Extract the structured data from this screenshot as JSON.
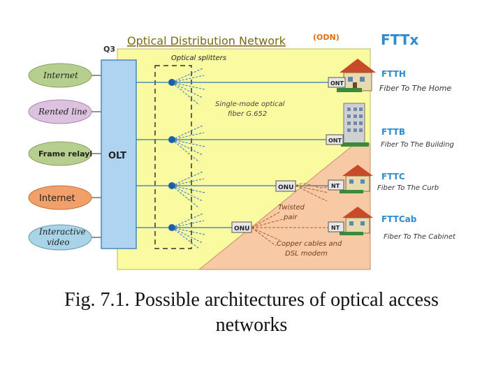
{
  "diagram": {
    "odn_title": "Optical Distribution Network",
    "odn_badge": "(ODN)",
    "fttx_title": "FTTx",
    "q3_label": "Q3",
    "olt_label": "OLT",
    "splitters_label": "Optical splitters",
    "fiber_label_line1": "Single-mode optical",
    "fiber_label_line2": "fiber G.652",
    "twisted_pair_line1": "Twisted",
    "twisted_pair_line2": "pair",
    "copper_line1": "Copper cables and",
    "copper_line2": "DSL modem",
    "services": [
      "Internet",
      "Rented line",
      "Frame relayl",
      "Internet",
      "Interactive video"
    ],
    "service_colors": [
      "#b7cf8e",
      "#dcc2de",
      "#b7cf8e",
      "#f0a068",
      "#a9d3e6"
    ],
    "ont_label": "ONT",
    "onu_label": "ONU",
    "nt_label": "NT",
    "endpoints": [
      {
        "code": "FTTH",
        "desc": "Fiber To The Home"
      },
      {
        "code": "FTTB",
        "desc": "Fiber To The Building"
      },
      {
        "code": "FTTC",
        "desc": "Fiber To The Curb"
      },
      {
        "code": "FTTCab",
        "desc": "Fiber To The Cabinet"
      }
    ]
  },
  "caption": {
    "line1": "Fig. 7.1. Possible architectures of optical access",
    "line2": "networks"
  }
}
